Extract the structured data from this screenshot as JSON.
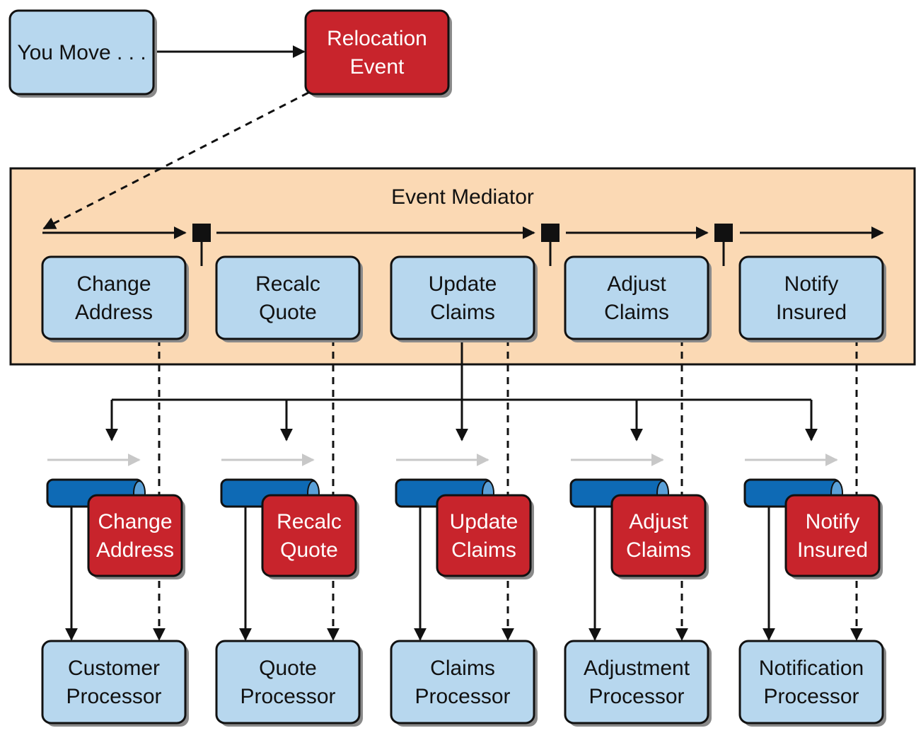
{
  "colors": {
    "box_blue": "#b7d7ee",
    "box_red": "#c8242c",
    "mediator_fill": "#fbd9b4",
    "queue_blue": "#0e6ab5",
    "queue_light": "#5aa0d8",
    "grey_arrow": "#c8c8c8",
    "stroke": "#111111"
  },
  "trigger": {
    "label_lines": [
      "You Move . . ."
    ]
  },
  "initiating_event": {
    "label_lines": [
      "Relocation",
      "Event"
    ]
  },
  "mediator": {
    "title": "Event Mediator",
    "steps": [
      {
        "label_lines": [
          "Change",
          "Address"
        ]
      },
      {
        "label_lines": [
          "Recalc",
          "Quote"
        ]
      },
      {
        "label_lines": [
          "Update",
          "Claims"
        ]
      },
      {
        "label_lines": [
          "Adjust",
          "Claims"
        ]
      },
      {
        "label_lines": [
          "Notify",
          "Insured"
        ]
      }
    ]
  },
  "channels": [
    {
      "label_lines": [
        "Change",
        "Address"
      ]
    },
    {
      "label_lines": [
        "Recalc",
        "Quote"
      ]
    },
    {
      "label_lines": [
        "Update",
        "Claims"
      ]
    },
    {
      "label_lines": [
        "Adjust",
        "Claims"
      ]
    },
    {
      "label_lines": [
        "Notify",
        "Insured"
      ]
    }
  ],
  "processors": [
    {
      "label_lines": [
        "Customer",
        "Processor"
      ]
    },
    {
      "label_lines": [
        "Quote",
        "Processor"
      ]
    },
    {
      "label_lines": [
        "Claims",
        "Processor"
      ]
    },
    {
      "label_lines": [
        "Adjustment",
        "Processor"
      ]
    },
    {
      "label_lines": [
        "Notification",
        "Processor"
      ]
    }
  ]
}
